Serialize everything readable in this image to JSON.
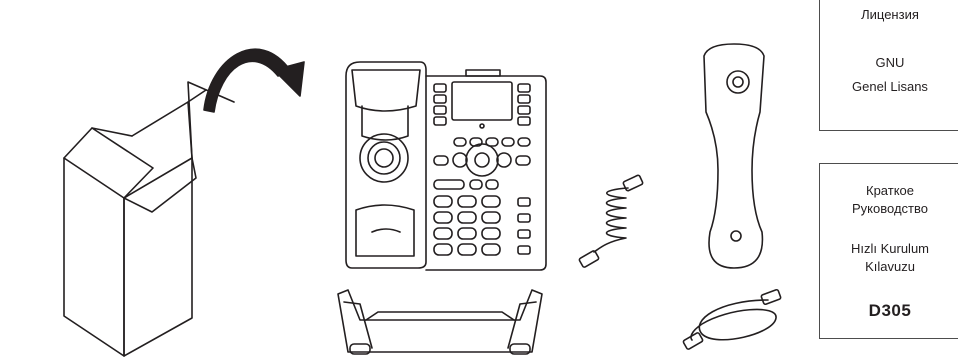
{
  "license_card": {
    "title": "Лицензия",
    "name_line1": "GNU",
    "name_line2": "Genel Lisans"
  },
  "guide_card": {
    "title_ru_line1": "Краткое",
    "title_ru_line2": "Руководство",
    "title_tr_line1": "Hızlı Kurulum",
    "title_tr_line2": "Kılavuzu",
    "model": "D305"
  },
  "items": [
    {
      "id": "box",
      "icon": "open-box-icon"
    },
    {
      "id": "arrow",
      "icon": "curved-arrow-icon"
    },
    {
      "id": "phone",
      "icon": "desk-phone-icon"
    },
    {
      "id": "stand",
      "icon": "phone-stand-icon"
    },
    {
      "id": "coiled-cord",
      "icon": "coiled-cord-icon"
    },
    {
      "id": "handset",
      "icon": "handset-icon"
    },
    {
      "id": "ethernet-cable",
      "icon": "ethernet-cable-icon"
    }
  ]
}
